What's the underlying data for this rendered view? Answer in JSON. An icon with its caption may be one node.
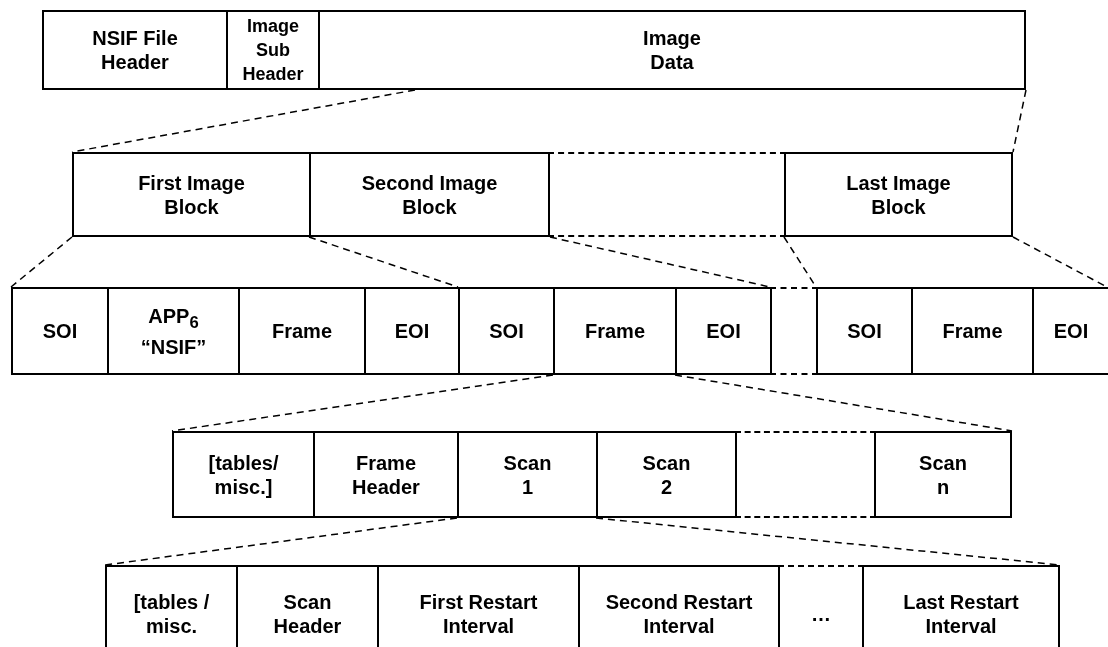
{
  "diagram": {
    "nodes": [
      {
        "text": [
          "NSIF File Header"
        ]
      },
      {
        "text": [
          "Image Sub Header"
        ]
      },
      {
        "text": [
          "Image Data"
        ]
      },
      {
        "text": [
          "First Image Block"
        ]
      },
      {
        "text": [
          "Second Image Block"
        ]
      },
      {
        "text": [],
        "shape": "box"
      },
      {
        "text": [
          "Last Image Block"
        ]
      },
      {
        "text": [
          "SOI"
        ]
      },
      {
        "text": [
          "APP$_{6}$ “NSIF”"
        ]
      },
      {
        "text": [
          "Frame"
        ]
      },
      {
        "text": [
          "EOI"
        ]
      },
      {
        "text": [
          "SOI"
        ]
      },
      {
        "text": [
          "Frame"
        ]
      },
      {
        "text": [
          "EOI"
        ]
      },
      {
        "text": [],
        "shape": "box"
      },
      {
        "text": [
          "SOI"
        ]
      },
      {
        "text": [
          "Frame"
        ]
      },
      {
        "text": [
          "EOI"
        ]
      },
      {
        "text": [
          "[tables/ misc.]"
        ]
      },
      {
        "text": [
          "Frame Header"
        ]
      },
      {
        "text": [
          "Scan 1"
        ]
      },
      {
        "text": [
          "Scan 2"
        ]
      },
      {
        "text": [],
        "shape": "box"
      },
      {
        "text": [
          "Scan n"
        ]
      },
      {
        "text": [
          "[tables / misc."
        ]
      },
      {
        "text": [
          "Scan Header"
        ]
      },
      {
        "text": [
          "First Restart Interval"
        ]
      },
      {
        "text": [
          "Second Restart Interval"
        ]
      },
      {
        "text": [
          "…"
        ]
      },
      {
        "text": [
          "Last Restart Interval"
        ]
      }
    ],
    "edges": [
      {
        "from": 2,
        "to": 3,
        "arrow": "none",
        "style": "dashed"
      },
      {
        "from": 2,
        "to": 6,
        "arrow": "none",
        "style": "dashed"
      },
      {
        "from": 3,
        "to": 7,
        "arrow": "none",
        "style": "dashed"
      },
      {
        "from": 3,
        "to": 10,
        "arrow": "none",
        "style": "dashed"
      },
      {
        "from": 4,
        "to": 13,
        "arrow": "none",
        "style": "dashed"
      },
      {
        "from": 6,
        "to": 15,
        "arrow": "none",
        "style": "dashed"
      },
      {
        "from": 6,
        "to": 17,
        "arrow": "none",
        "style": "dashed"
      },
      {
        "from": 12,
        "to": 18,
        "arrow": "none",
        "style": "dashed"
      },
      {
        "from": 12,
        "to": 23,
        "arrow": "none",
        "style": "dashed"
      },
      {
        "from": 20,
        "to": 24,
        "arrow": "none",
        "style": "dashed"
      },
      {
        "from": 20,
        "to": 29,
        "arrow": "none",
        "style": "dashed"
      }
    ]
  }
}
